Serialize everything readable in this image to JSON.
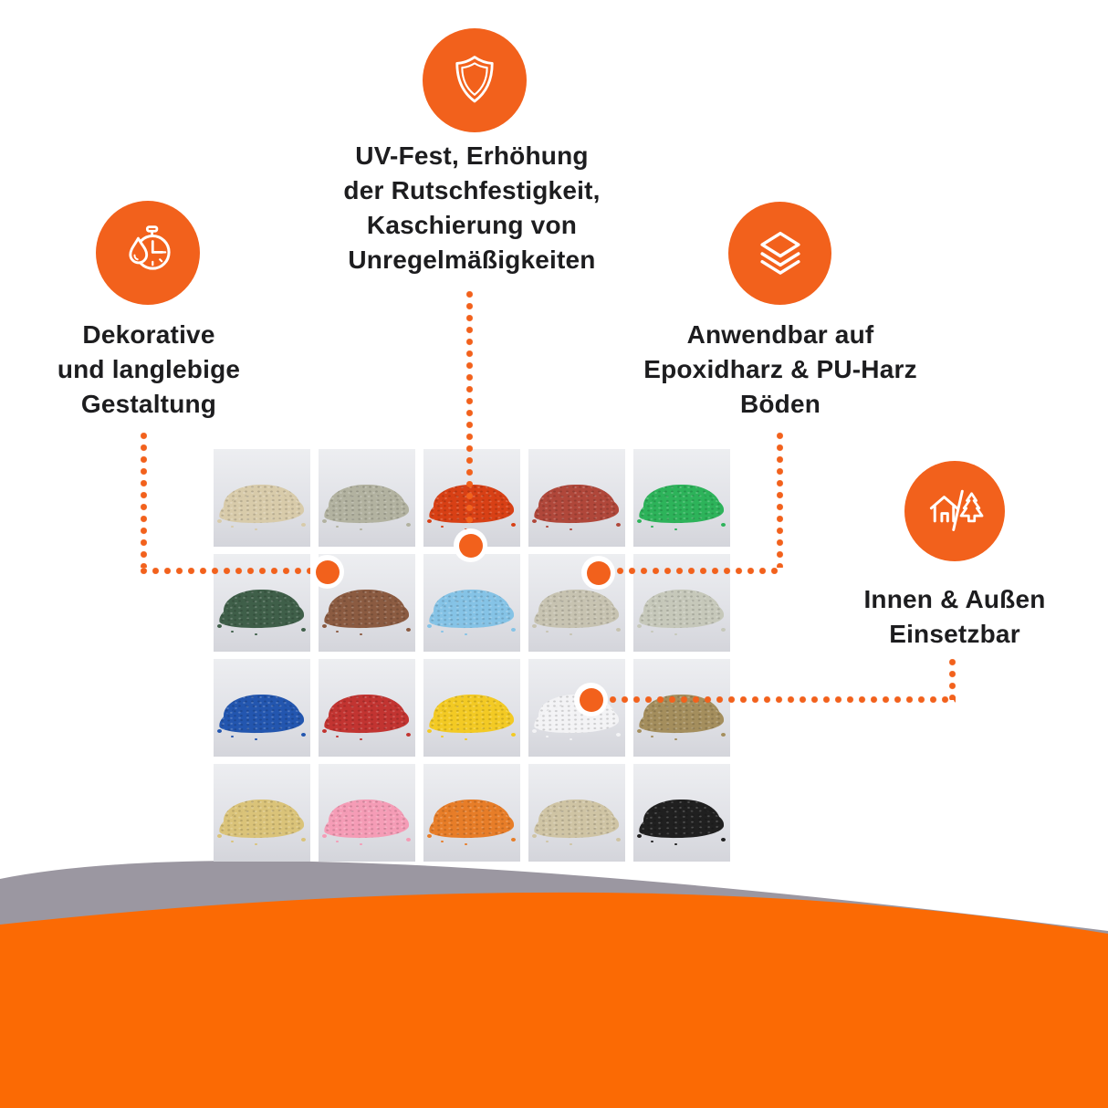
{
  "colors": {
    "accent_orange": "#F2611C",
    "wave_orange": "#FB6A04",
    "wave_gray": "#9B97A1",
    "text": "#1D1D1F",
    "cell_bg_top": "#EDEEF1",
    "cell_bg_bottom": "#D4D5DB"
  },
  "features": [
    {
      "id": "uv-protection",
      "icon": "shield-icon",
      "lines": [
        "UV-Fest, Erhöhung",
        "der Rutschfestigkeit,",
        "Kaschierung von",
        "Unregelmäßigkeiten"
      ]
    },
    {
      "id": "decorative",
      "icon": "stopwatch-waterdrop-icon",
      "lines": [
        "Dekorative",
        "und langlebige",
        "Gestaltung"
      ]
    },
    {
      "id": "resin-floors",
      "icon": "layers-icon",
      "lines": [
        "Anwendbar auf",
        "Epoxidharz & PU-Harz",
        "Böden"
      ]
    },
    {
      "id": "indoor-outdoor",
      "icon": "house-tree-icon",
      "lines": [
        "Innen & Außen",
        "Einsetzbar"
      ]
    }
  ],
  "grid": {
    "rows": 4,
    "cols": 5,
    "cells": [
      {
        "name": "cream-flakes",
        "color": "#D8CBAA"
      },
      {
        "name": "sage-grey-flakes",
        "color": "#B2B2A0"
      },
      {
        "name": "bright-red-flakes",
        "color": "#D84015"
      },
      {
        "name": "brick-red-flakes",
        "color": "#B0473A"
      },
      {
        "name": "green-flakes",
        "color": "#2DB35A"
      },
      {
        "name": "dark-green-flakes",
        "color": "#3F5F49"
      },
      {
        "name": "brown-flakes",
        "color": "#8B5B41"
      },
      {
        "name": "light-blue-flakes",
        "color": "#85C3E6"
      },
      {
        "name": "light-grey-flakes",
        "color": "#C7C3B1"
      },
      {
        "name": "pale-grey-green-flakes",
        "color": "#C6C8BA"
      },
      {
        "name": "blue-flakes",
        "color": "#2356AF"
      },
      {
        "name": "red-flakes",
        "color": "#C23431"
      },
      {
        "name": "yellow-flakes",
        "color": "#F3CA24"
      },
      {
        "name": "white-flakes",
        "color": "#F3F3F5"
      },
      {
        "name": "khaki-flakes",
        "color": "#A48E5D"
      },
      {
        "name": "gold-flakes",
        "color": "#DAC379"
      },
      {
        "name": "pink-flakes",
        "color": "#F59CB6"
      },
      {
        "name": "orange-flakes",
        "color": "#E77D28"
      },
      {
        "name": "sand-flakes",
        "color": "#CFC4A4"
      },
      {
        "name": "black-flakes",
        "color": "#202020"
      }
    ]
  }
}
